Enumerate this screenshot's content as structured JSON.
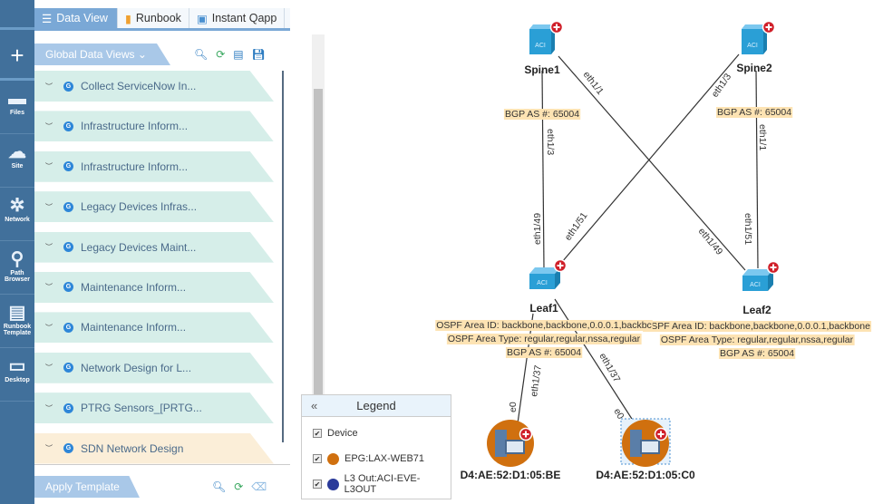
{
  "nav": {
    "items": [
      {
        "label": "Files",
        "icon": "folder-icon"
      },
      {
        "label": "Site",
        "icon": "site-icon"
      },
      {
        "label": "Network",
        "icon": "network-icon"
      },
      {
        "label": "Path Browser",
        "icon": "path-icon"
      },
      {
        "label": "Runbook Template",
        "icon": "runbook-template-icon"
      },
      {
        "label": "Desktop",
        "icon": "desktop-icon"
      }
    ]
  },
  "tabs": [
    {
      "label": "Data View"
    },
    {
      "label": "Runbook"
    },
    {
      "label": "Instant Qapp"
    }
  ],
  "global_views": {
    "title": "Global Data Views",
    "items": [
      {
        "label": "Collect ServiceNow In..."
      },
      {
        "label": "Infrastructure Inform..."
      },
      {
        "label": "Infrastructure Inform..."
      },
      {
        "label": "Legacy Devices Infras..."
      },
      {
        "label": "Legacy Devices Maint..."
      },
      {
        "label": "Maintenance Inform..."
      },
      {
        "label": "Maintenance Inform..."
      },
      {
        "label": "Network Design for L..."
      },
      {
        "label": "PTRG Sensors_[PRTG..."
      },
      {
        "label": "SDN Network Design",
        "selected": true
      }
    ]
  },
  "apply_template": {
    "title": "Apply Template"
  },
  "map": {
    "nodes": {
      "spine1": "Spine1",
      "spine2": "Spine2",
      "leaf1": "Leaf1",
      "leaf2": "Leaf2",
      "host1": "D4:AE:52:D1:05:BE",
      "host2": "D4:AE:52:D1:05:C0"
    },
    "links": {
      "s1_l1_a": "eth1/3",
      "s1_l1_b": "eth1/49",
      "s1_l2_a": "eth1/1",
      "s1_l2_b": "eth1/49",
      "s2_l1_a": "eth1/3",
      "s2_l1_b": "eth1/51",
      "s2_l2_a": "eth1/1",
      "s2_l2_b": "eth1/51",
      "l1_h1_a": "eth1/37",
      "l1_h1_b": "e0",
      "l1_h2_a": "eth1/37",
      "l1_h2_b": "e0"
    },
    "annotations": {
      "spine1_bgp": "BGP AS #: 65004",
      "spine2_bgp": "BGP AS #: 65004",
      "leaf1_ospf_id": "OSPF Area ID: backbone,backbone,0.0.0.1,backbc",
      "leaf1_ospf_type": "OSPF Area Type: regular,regular,nssa,regular",
      "leaf1_bgp": "BGP AS #: 65004",
      "leaf2_ospf_id": "OSPF Area ID: backbone,backbone,0.0.0.1,backbone",
      "leaf2_ospf_type": "OSPF Area Type: regular,regular,nssa,regular",
      "leaf2_bgp": "BGP AS #: 65004"
    },
    "annotation_color": "#fde3b3",
    "switch_color": "#2a9fd6",
    "host_color": "#d0700f"
  },
  "legend": {
    "title": "Legend",
    "items": [
      {
        "label": "Device",
        "checked": true
      },
      {
        "label": "EPG:LAX-WEB71",
        "checked": true,
        "color": "#d0700f"
      },
      {
        "label": "L3 Out:ACI-EVE-L3OUT",
        "checked": true,
        "color": "#2a3a9a"
      }
    ]
  }
}
